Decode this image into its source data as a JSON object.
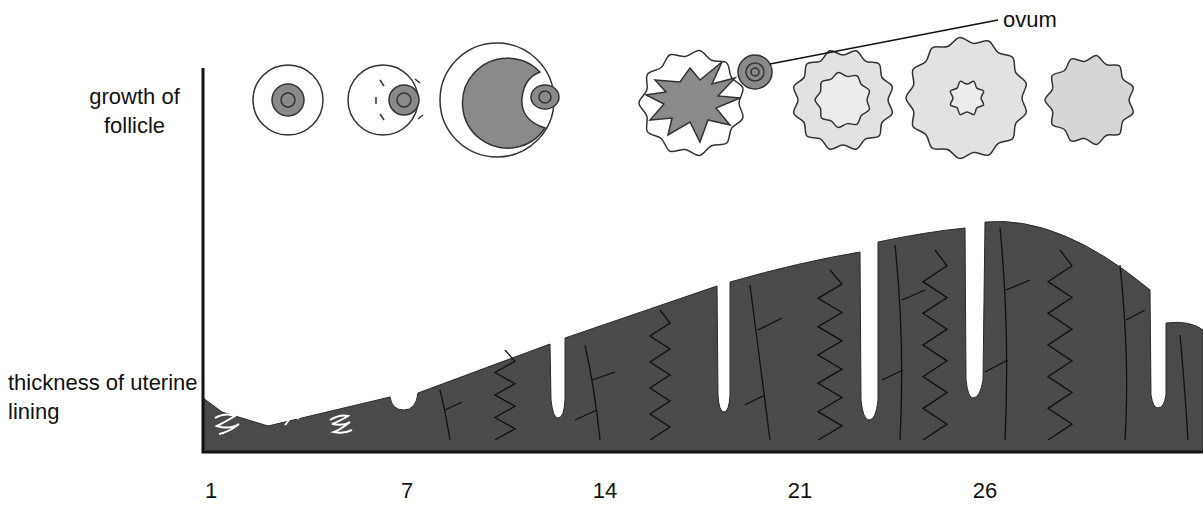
{
  "diagram": {
    "labels": [
      "ovum",
      "growth of follicle",
      "thickness of uterine lining",
      "1",
      "7",
      "14",
      "21",
      "26"
    ]
  }
}
